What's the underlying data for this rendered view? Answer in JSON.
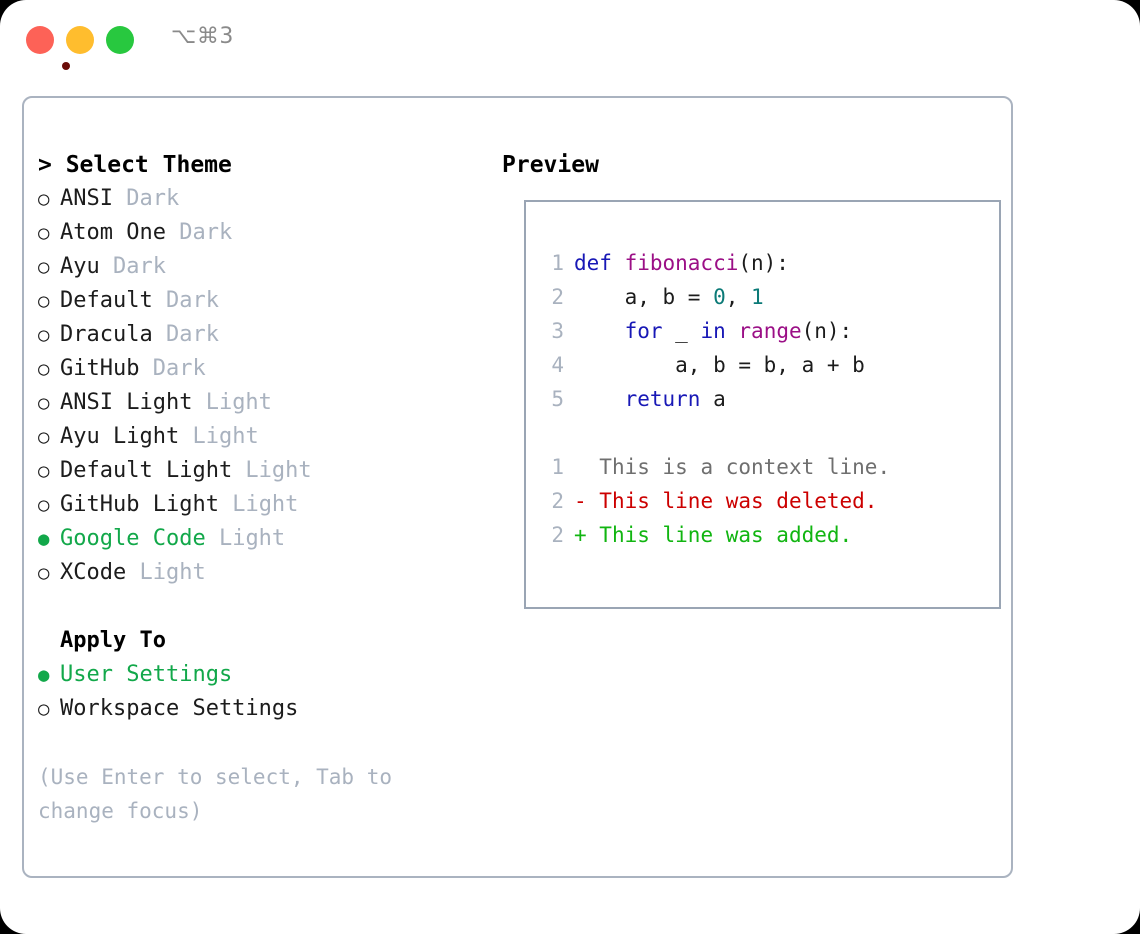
{
  "window": {
    "shortcut_label": "⌥⌘3",
    "controls": [
      {
        "name": "close",
        "color": "#fd6257"
      },
      {
        "name": "minimize",
        "color": "#ffbd2e"
      },
      {
        "name": "maximize",
        "color": "#28c83f"
      }
    ]
  },
  "left": {
    "title": "> Select Theme",
    "themes": [
      {
        "bullet": "○",
        "name": "ANSI",
        "kind": "Dark",
        "selected": false
      },
      {
        "bullet": "○",
        "name": "Atom One",
        "kind": "Dark",
        "selected": false
      },
      {
        "bullet": "○",
        "name": "Ayu",
        "kind": "Dark",
        "selected": false
      },
      {
        "bullet": "○",
        "name": "Default",
        "kind": "Dark",
        "selected": false
      },
      {
        "bullet": "○",
        "name": "Dracula",
        "kind": "Dark",
        "selected": false
      },
      {
        "bullet": "○",
        "name": "GitHub",
        "kind": "Dark",
        "selected": false
      },
      {
        "bullet": "○",
        "name": "ANSI Light",
        "kind": "Light",
        "selected": false
      },
      {
        "bullet": "○",
        "name": "Ayu Light",
        "kind": "Light",
        "selected": false
      },
      {
        "bullet": "○",
        "name": "Default Light",
        "kind": "Light",
        "selected": false
      },
      {
        "bullet": "○",
        "name": "GitHub Light",
        "kind": "Light",
        "selected": false
      },
      {
        "bullet": "●",
        "name": "Google Code",
        "kind": "Light",
        "selected": true
      },
      {
        "bullet": "○",
        "name": "XCode",
        "kind": "Light",
        "selected": false
      }
    ],
    "apply_to": {
      "heading": "Apply To",
      "options": [
        {
          "bullet": "●",
          "label": "User Settings",
          "selected": true
        },
        {
          "bullet": "○",
          "label": "Workspace Settings",
          "selected": false
        }
      ]
    },
    "hint": "(Use Enter to select, Tab to change focus)"
  },
  "right": {
    "title": "Preview",
    "code_lines": [
      {
        "ln": "1",
        "tokens": [
          {
            "t": "def ",
            "c": "kw"
          },
          {
            "t": "fibonacci",
            "c": "fn"
          },
          {
            "t": "(n):",
            "c": "pl"
          }
        ]
      },
      {
        "ln": "2",
        "tokens": [
          {
            "t": "    a, b = ",
            "c": "pl"
          },
          {
            "t": "0",
            "c": "num"
          },
          {
            "t": ", ",
            "c": "pl"
          },
          {
            "t": "1",
            "c": "num"
          }
        ]
      },
      {
        "ln": "3",
        "tokens": [
          {
            "t": "    ",
            "c": "pl"
          },
          {
            "t": "for",
            "c": "kw"
          },
          {
            "t": " _ ",
            "c": "pl"
          },
          {
            "t": "in",
            "c": "kw"
          },
          {
            "t": " ",
            "c": "pl"
          },
          {
            "t": "range",
            "c": "fn"
          },
          {
            "t": "(n):",
            "c": "pl"
          }
        ]
      },
      {
        "ln": "4",
        "tokens": [
          {
            "t": "        a, b = b, a + b",
            "c": "pl"
          }
        ]
      },
      {
        "ln": "5",
        "tokens": [
          {
            "t": "    ",
            "c": "pl"
          },
          {
            "t": "return",
            "c": "kw"
          },
          {
            "t": " a",
            "c": "pl"
          }
        ]
      }
    ],
    "diff_lines": [
      {
        "ln": "1",
        "marker": " ",
        "text": " This is a context line.",
        "kind": "ctx"
      },
      {
        "ln": "2",
        "marker": "-",
        "text": " This line was deleted.",
        "kind": "del"
      },
      {
        "ln": "2",
        "marker": "+",
        "text": " This line was added.",
        "kind": "add"
      }
    ]
  },
  "colors": {
    "accent_green": "#12a84a",
    "muted": "#a9b2bf",
    "keyword": "#1818b6",
    "function": "#9b0f86",
    "number": "#0b7a77",
    "diff_added": "#11b511",
    "diff_deleted": "#cc0000",
    "border": "#aab3c0"
  }
}
